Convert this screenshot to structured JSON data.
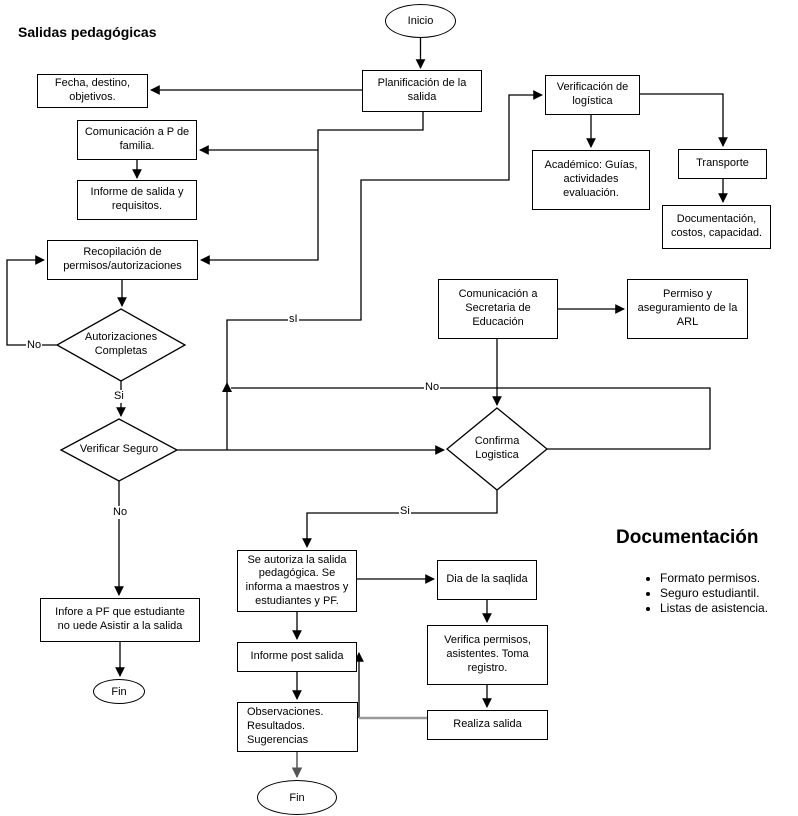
{
  "diagram_title": "Salidas pedagógicas",
  "nodes": {
    "inicio": "Inicio",
    "planificacion": "Planificación de la\nsalida",
    "fecha": "Fecha, destino,\nobjetivos.",
    "verificacion_logistica": "Verificación de\nlogística",
    "comunicacion_pf": "Comunicación a P de\nfamilia.",
    "informe_salida": "Informe de salida y\nrequisitos.",
    "academico": "Académico:  Guías,\nactividades\nevaluación.",
    "transporte": "Transporte",
    "documentacion_costos": "Documentación,\ncostos, capacidad.",
    "recopilacion": "Recopilación de\npermisos/autorizaciones",
    "comunicacion_secretaria": "Comunicación a\nSecretaria de\nEducación",
    "permiso_arl": "Permiso y\naseguramiento de la\nARL",
    "autorizaciones_completas": "Autorizaciones\nCompletas",
    "verificar_seguro": "Verificar Seguro",
    "confirma_logistica": "Confirma\nLogistica",
    "se_autoriza": "Se autoriza la salida\npedagógica.  Se\ninforma a maestros y\nestudiantes y PF.",
    "dia_salida": "Dia de la saqlida",
    "verifica_permisos": "Verifica permisos,\nasistentes. Toma\nregistro.",
    "informe_post": "Informe post salida",
    "observaciones": "Observaciones.\nResultados.\nSugerencias",
    "realiza_salida": "Realiza salida",
    "infore_pf": "Infore a PF que estudiante\nno uede Asistir a la salida",
    "fin_left": "Fin",
    "fin_bottom": "Fin"
  },
  "edge_labels": {
    "autorizaciones_no": "No",
    "autorizaciones_si": "Si",
    "verificar_si": "sI",
    "verificar_no": "No",
    "confirma_no": "No",
    "confirma_si": "Si"
  },
  "documentation": {
    "heading": "Documentación",
    "items": [
      "Formato permisos.",
      "Seguro estudiantil.",
      "Listas de asistencia."
    ]
  }
}
